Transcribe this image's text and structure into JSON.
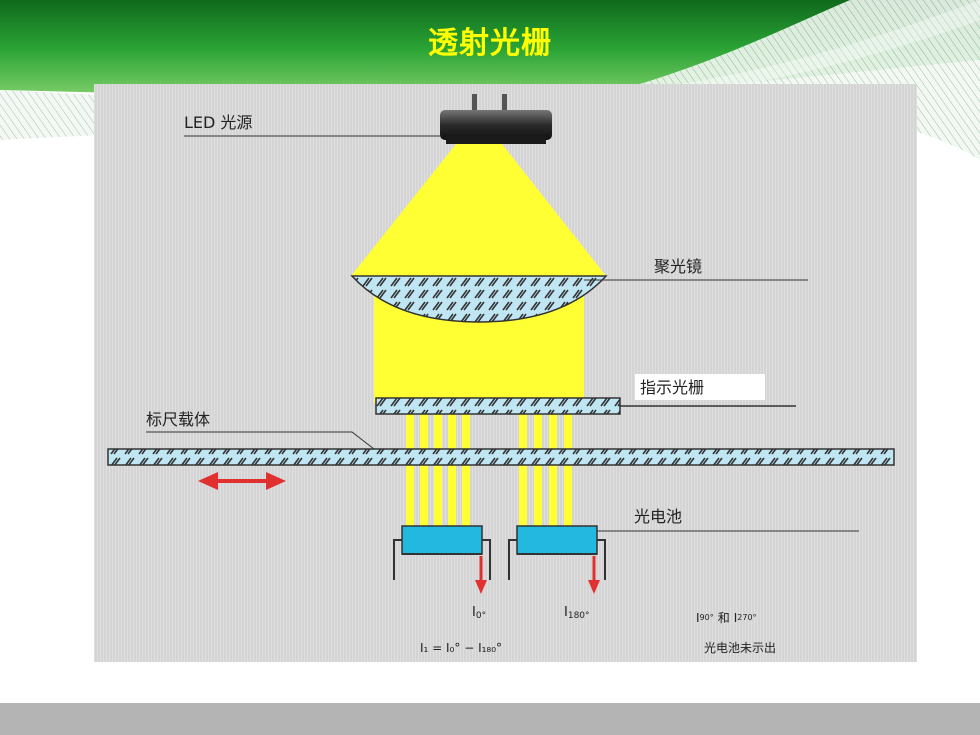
{
  "slide": {
    "title": "透射光栅",
    "colors": {
      "header_green": "#1e8a2a",
      "title_yellow": "#ffff00",
      "light_yellow": "#ffff33",
      "cell_blue": "#22b8e0",
      "arrow_red": "#e03030"
    }
  },
  "diagram": {
    "labels": {
      "led": "LED 光源",
      "condenser": "聚光镜",
      "index_grating": "指示光栅",
      "scale_carrier": "标尺载体",
      "photocell": "光电池"
    },
    "signals": {
      "i0_base": "I",
      "i0_sub": "0°",
      "i180_base": "I",
      "i180_sub": "180°",
      "i1_formula": "I₁ = I₀° − I₁₈₀°",
      "i90_base": "I",
      "i90_sub": "90°",
      "and_text": "和",
      "i270_base": "I",
      "i270_sub": "270°",
      "note": "光电池未示出"
    }
  }
}
